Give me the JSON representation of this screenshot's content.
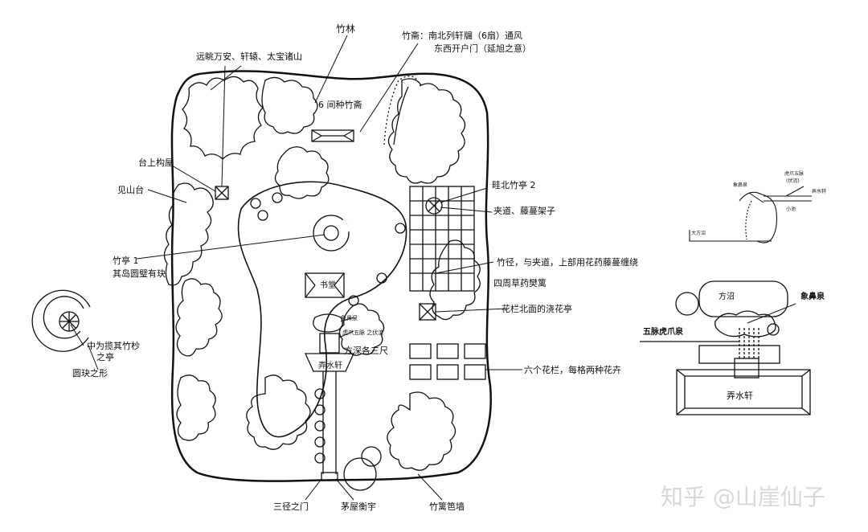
{
  "labels": {
    "zhulin": "竹林",
    "zhuzhai": "竹斋：南北列轩牖（6扇）通风",
    "zhuzhai2": "东西开户门（延旭之意）",
    "yuantiao": "远眺万安、轩辕、太宝诸山",
    "jianzhai": "6 间种竹斋",
    "taishang": "台上构屋",
    "jianshan": "见山台",
    "qibei": "畦北竹亭 2",
    "jiadao": "夹道、藤蔓架子",
    "zhuting1": "竹亭 1",
    "zhuting1b": "其岛圆璧有玦",
    "zhujing": "竹径，与夹道，上部用花药藤蔓缠绕",
    "shutang": "书堂",
    "sizhou": "四周草药樊篱",
    "xiangbi": "象鼻泉",
    "hualan": "花栏北面的浇花亭",
    "huzhua": "虎爪五脉 之伏流",
    "fangshen": "方深各三尺",
    "nongshui": "弄水轩",
    "liuge": "六个花栏，每格两种花卉",
    "zhongwei": "中为揽其竹杪",
    "zhiting": "之亭",
    "yuanjue": "圆玦之形",
    "sanjing": "三径之门",
    "maowu": "茅屋衡宇",
    "zhuli": "竹篱笆墙"
  },
  "detail1": {
    "xiangbi": "象鼻泉",
    "huzhua": "虎爪五脉",
    "fuliu": "(伏流)",
    "nongshui": "弄水轩",
    "xiaochi": "小池",
    "dafangzhao": "大方沼"
  },
  "detail2": {
    "fangzhao": "方沼",
    "xiangbi": "象鼻泉",
    "wumai": "五脉虎爪泉",
    "nongshui": "弄水轩"
  },
  "watermark": "知乎 @山崖仙子",
  "colors": {
    "ink": "#111111",
    "watermark": "#d8d8d8"
  }
}
